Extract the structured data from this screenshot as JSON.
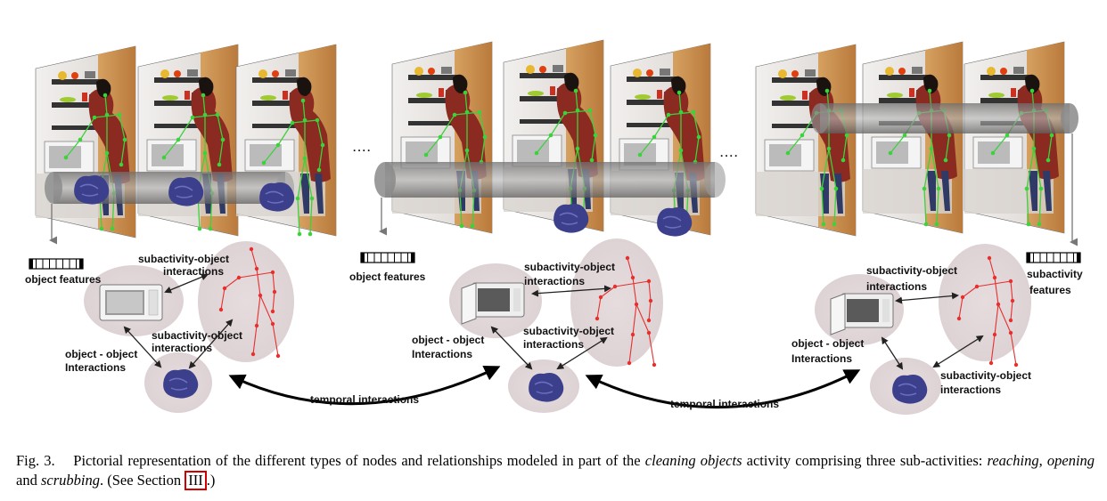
{
  "figure": {
    "ellipsis_1": "....",
    "ellipsis_2": "....",
    "groups": [
      {
        "feature_label": "object features",
        "so_top": [
          "subactivity-object",
          "interactions"
        ],
        "so_bottom": [
          "subactivity-object",
          "interactions"
        ],
        "oo": [
          "object - object",
          "Interactions"
        ]
      },
      {
        "feature_label": "object features",
        "so_top": [
          "subactivity-object",
          "interactions"
        ],
        "so_bottom": [
          "subactivity-object",
          "interactions"
        ],
        "oo": [
          "object - object",
          "Interactions"
        ]
      },
      {
        "feature_label": [
          "subactivity",
          "features"
        ],
        "so_top": [
          "subactivity-object",
          "interactions"
        ],
        "so_bottom": [
          "subactivity-object",
          "interactions"
        ],
        "oo": [
          "object - object",
          "Interactions"
        ]
      }
    ],
    "temporal_1": "temporal interactions",
    "temporal_2": "temporal interactions"
  },
  "caption": {
    "fig_label": "Fig. 3.",
    "text_1": "Pictorial representation of the different types of nodes and relationships modeled in part of the",
    "activity": "cleaning objects",
    "text_2": "activity comprising three sub-activities:",
    "sub_1": "reaching",
    "sep_1": ",",
    "sub_2": "opening",
    "and": "and",
    "sub_3": "scrubbing",
    "text_3": ". (See Section",
    "section_ref": "III",
    "text_4": ".)"
  },
  "colors": {
    "skeleton_green": "#3cd23c",
    "skeleton_red": "#e53030",
    "node_background": "#e8dfe0",
    "cylinder": "#8a8a8a",
    "ref_box": "#d00000"
  }
}
